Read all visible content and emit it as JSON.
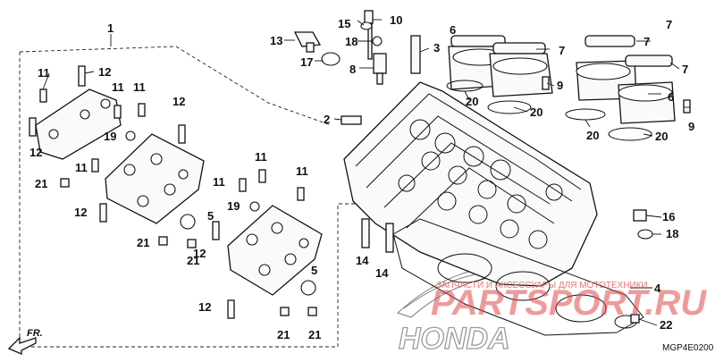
{
  "diagram": {
    "code": "MGP4E0200",
    "brand_logo_text": "HONDA",
    "orientation_label": "FR.",
    "watermark": {
      "line1": "ЗАПЧАСТИ И АКСЕССУАРЫ ДЛЯ МОТОТЕХНИКИ",
      "line2": "PARTSPORT.RU"
    },
    "callouts": [
      {
        "id": "c-1",
        "text": "1"
      },
      {
        "id": "c-2",
        "text": "2"
      },
      {
        "id": "c-3",
        "text": "3"
      },
      {
        "id": "c-4",
        "text": "4"
      },
      {
        "id": "c-5a",
        "text": "5"
      },
      {
        "id": "c-5b",
        "text": "5"
      },
      {
        "id": "c-6a",
        "text": "6"
      },
      {
        "id": "c-6b",
        "text": "6"
      },
      {
        "id": "c-7a",
        "text": "7"
      },
      {
        "id": "c-7b",
        "text": "7"
      },
      {
        "id": "c-7c",
        "text": "7"
      },
      {
        "id": "c-7d",
        "text": "7"
      },
      {
        "id": "c-8",
        "text": "8"
      },
      {
        "id": "c-9a",
        "text": "9"
      },
      {
        "id": "c-9b",
        "text": "9"
      },
      {
        "id": "c-10",
        "text": "10"
      },
      {
        "id": "c-11a",
        "text": "11"
      },
      {
        "id": "c-11b",
        "text": "11"
      },
      {
        "id": "c-11c",
        "text": "11"
      },
      {
        "id": "c-11d",
        "text": "11"
      },
      {
        "id": "c-11e",
        "text": "11"
      },
      {
        "id": "c-11f",
        "text": "11"
      },
      {
        "id": "c-11g",
        "text": "11"
      },
      {
        "id": "c-12a",
        "text": "12"
      },
      {
        "id": "c-12b",
        "text": "12"
      },
      {
        "id": "c-12c",
        "text": "12"
      },
      {
        "id": "c-12d",
        "text": "12"
      },
      {
        "id": "c-12e",
        "text": "12"
      },
      {
        "id": "c-12f",
        "text": "12"
      },
      {
        "id": "c-13",
        "text": "13"
      },
      {
        "id": "c-14a",
        "text": "14"
      },
      {
        "id": "c-14b",
        "text": "14"
      },
      {
        "id": "c-15",
        "text": "15"
      },
      {
        "id": "c-16",
        "text": "16"
      },
      {
        "id": "c-17",
        "text": "17"
      },
      {
        "id": "c-18a",
        "text": "18"
      },
      {
        "id": "c-18b",
        "text": "18"
      },
      {
        "id": "c-19a",
        "text": "19"
      },
      {
        "id": "c-19b",
        "text": "19"
      },
      {
        "id": "c-20a",
        "text": "20"
      },
      {
        "id": "c-20b",
        "text": "20"
      },
      {
        "id": "c-20c",
        "text": "20"
      },
      {
        "id": "c-20d",
        "text": "20"
      },
      {
        "id": "c-21a",
        "text": "21"
      },
      {
        "id": "c-21b",
        "text": "21"
      },
      {
        "id": "c-21c",
        "text": "21"
      },
      {
        "id": "c-21d",
        "text": "21"
      },
      {
        "id": "c-21e",
        "text": "21"
      },
      {
        "id": "c-22",
        "text": "22"
      }
    ]
  }
}
